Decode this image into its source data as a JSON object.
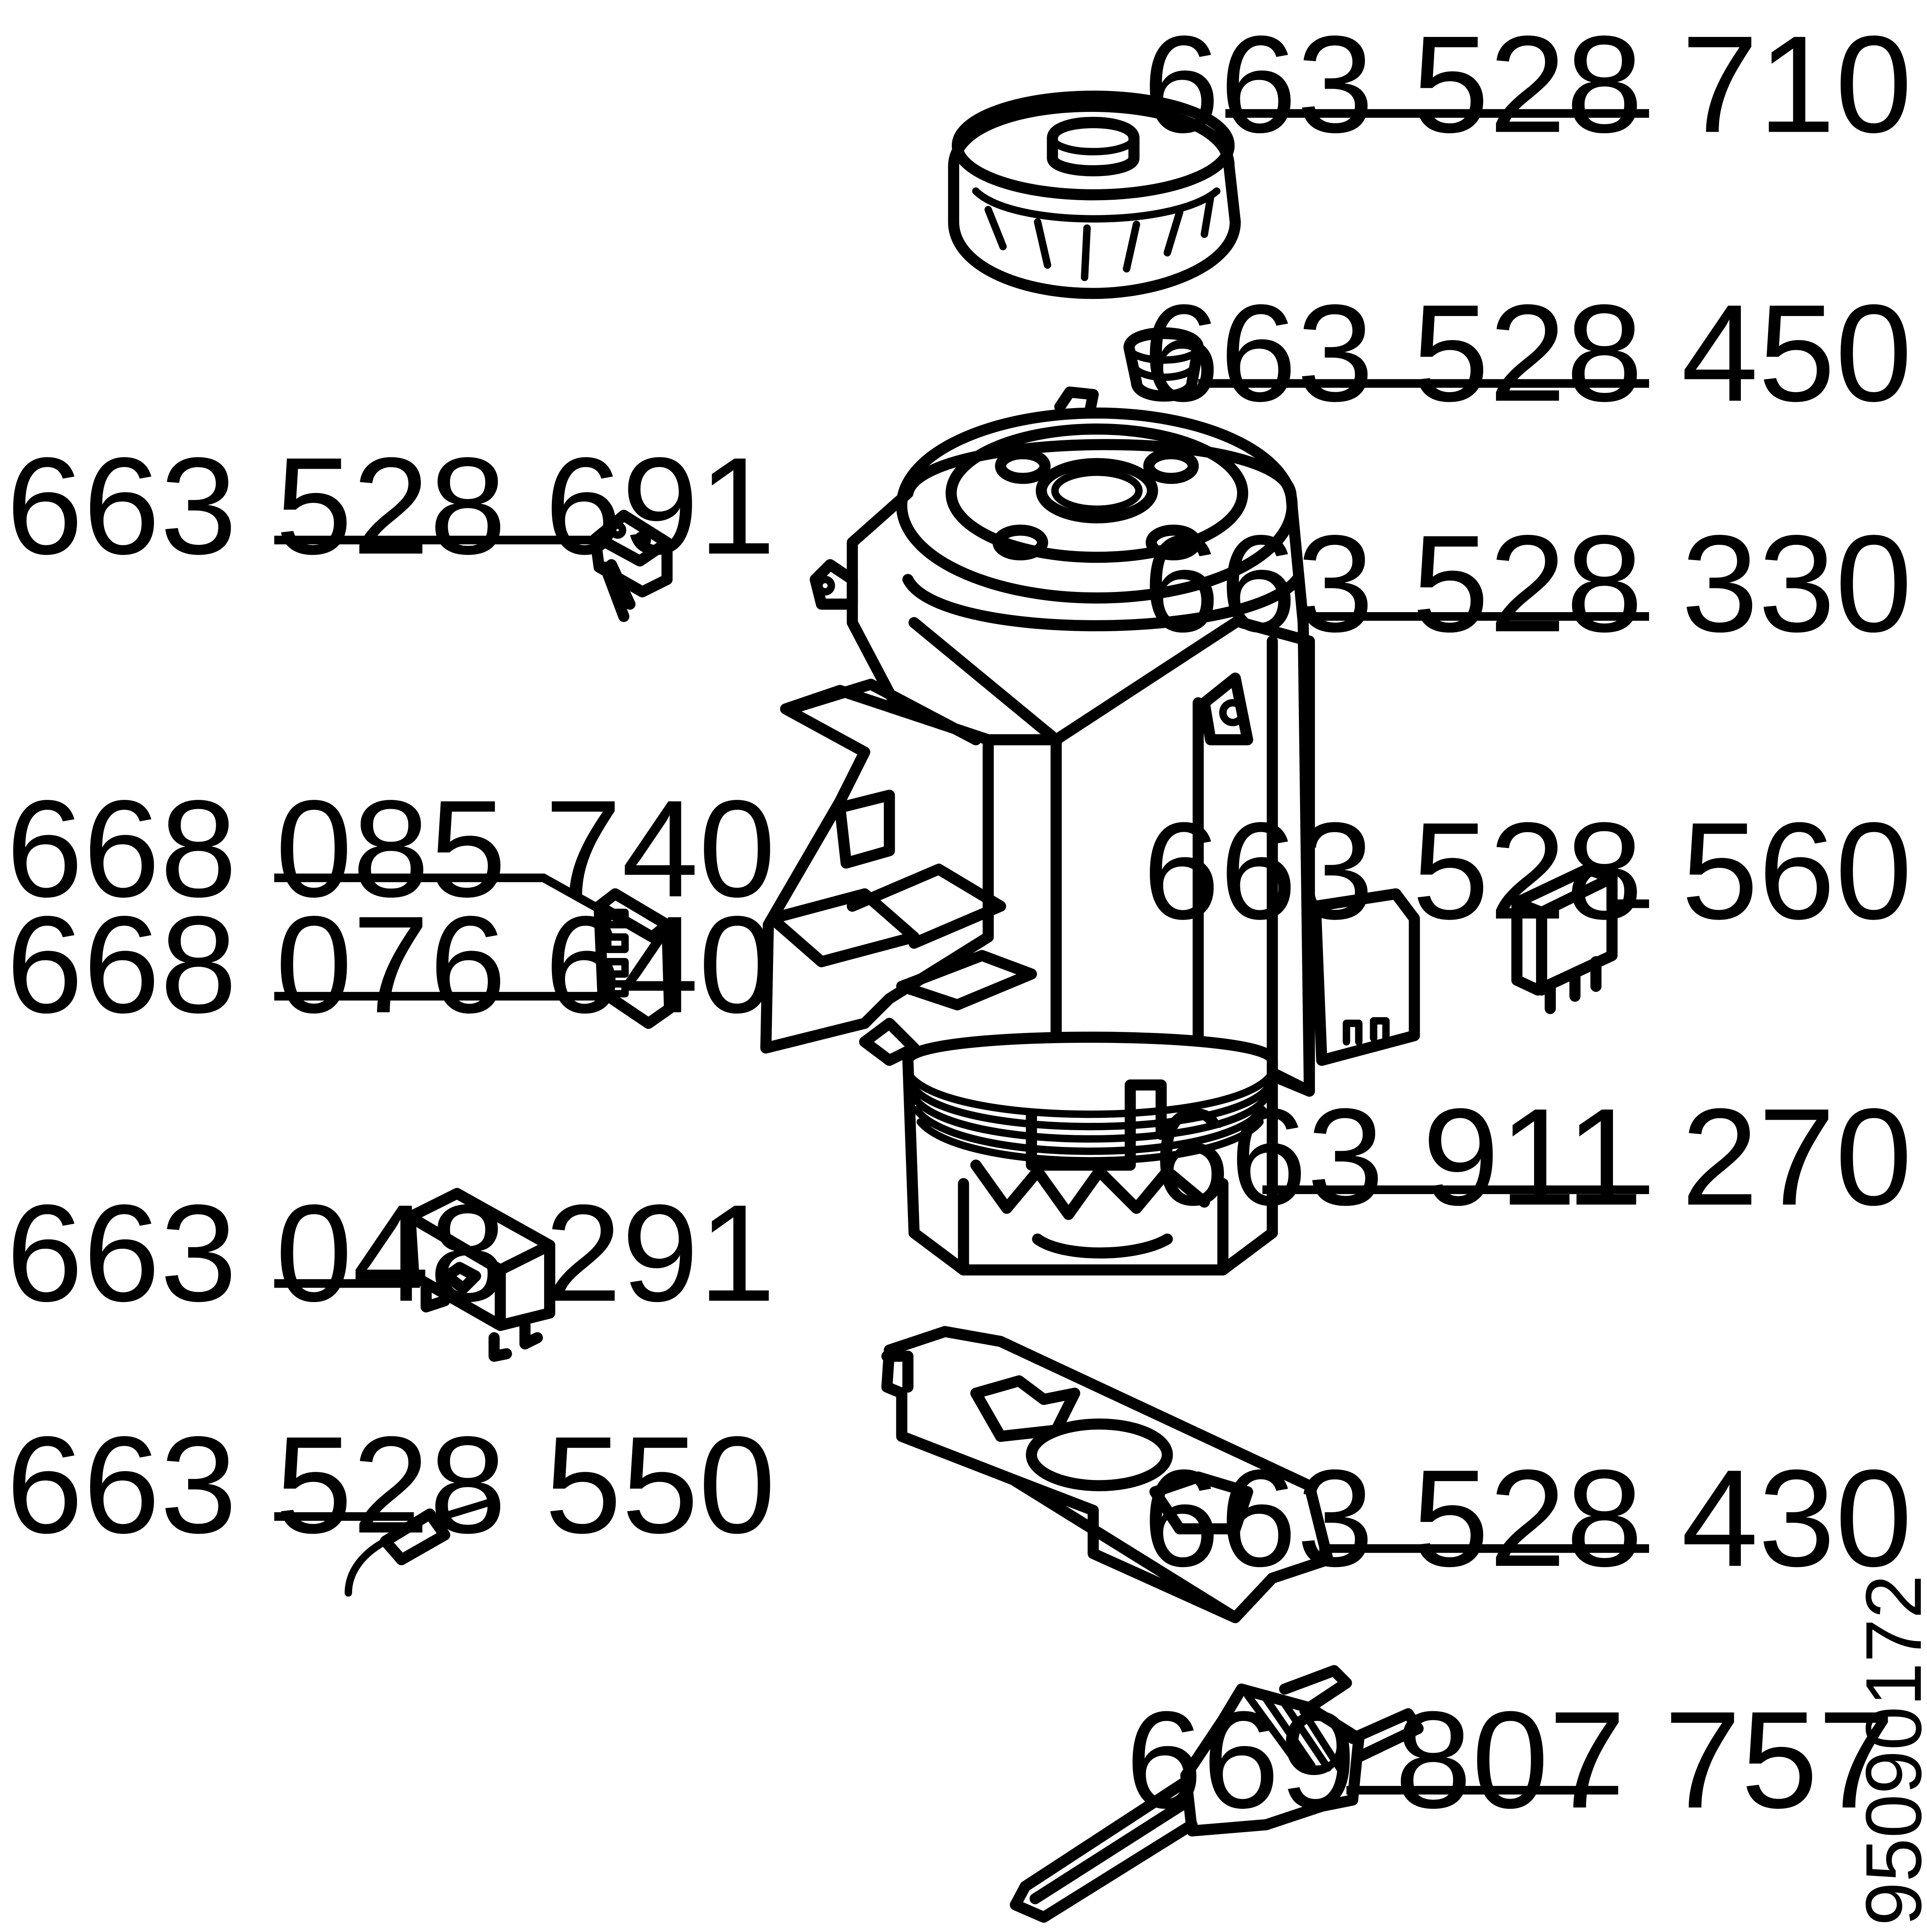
{
  "drawing_number": "95090172",
  "labels": {
    "motor_cap": "663 528 710",
    "bearing_grommet": "663 528 450",
    "motor_housing": "663 528 330",
    "microswitch": "663 528 691",
    "terminal_block_upper": "668 085 740",
    "terminal_block_lower": "668 076 640",
    "capacitor_small": "663 528 560",
    "field_coil": "663 911 270",
    "relay": "663 048 291",
    "resistor": "663 528 550",
    "motor_base_plate": "663 528 430",
    "power_plug": "669 807 757"
  }
}
